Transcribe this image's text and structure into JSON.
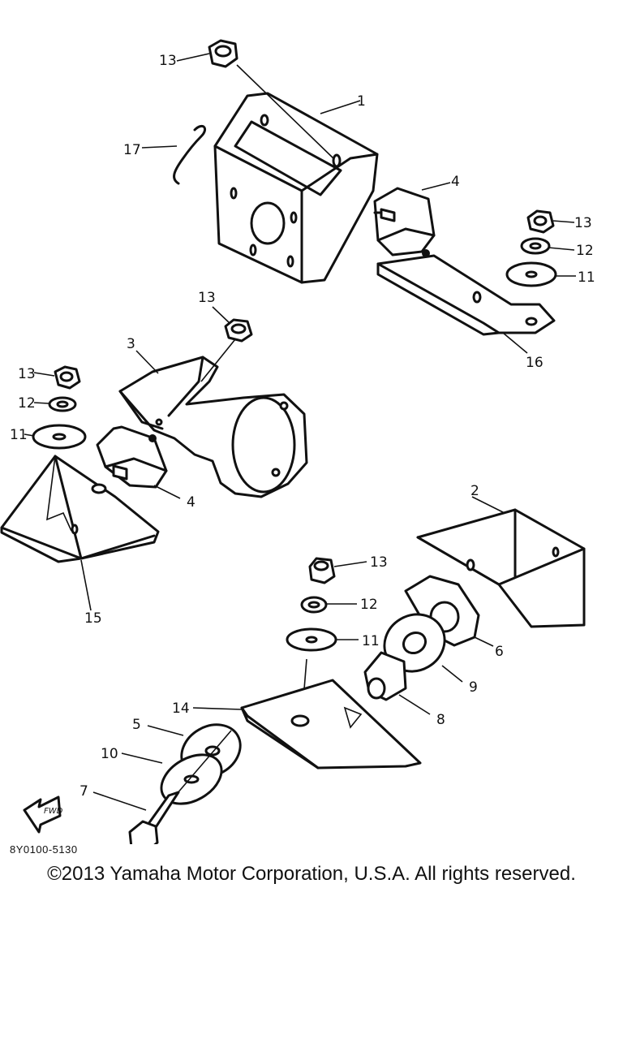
{
  "diagram_code": "8Y0100-5130",
  "copyright": "©2013 Yamaha Motor Corporation, U.S.A. All rights reserved.",
  "fwd_label": "FWD",
  "callouts": [
    "1",
    "2",
    "3",
    "4",
    "4",
    "5",
    "6",
    "7",
    "8",
    "9",
    "10",
    "11",
    "11",
    "11",
    "12",
    "12",
    "12",
    "13",
    "13",
    "13",
    "13",
    "13",
    "14",
    "15",
    "16",
    "17"
  ]
}
